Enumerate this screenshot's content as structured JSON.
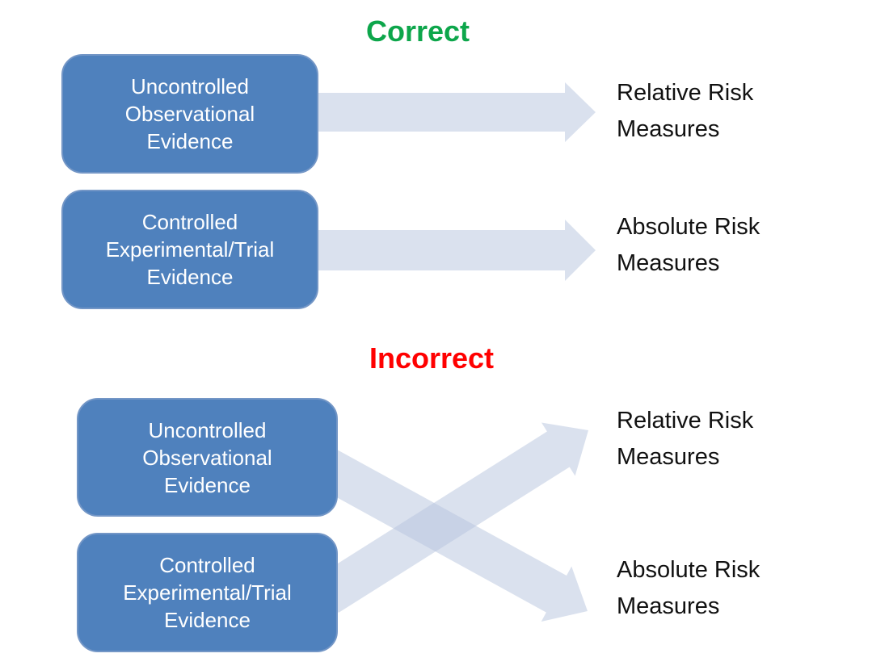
{
  "diagram": {
    "colors": {
      "background": "#ffffff",
      "box_fill": "#4f81bd",
      "box_border": "#7396c6",
      "box_text": "#ffffff",
      "arrow_fill": "#b6c3de",
      "correct_title": "#0da64b",
      "incorrect_title": "#ff0000",
      "label_text": "#111111"
    },
    "sections": [
      {
        "id": "correct",
        "title": "Correct",
        "sources": [
          "Uncontrolled\nObservational\nEvidence",
          "Controlled\nExperimental/Trial\nEvidence"
        ],
        "targets": [
          "Relative Risk\nMeasures",
          "Absolute Risk\nMeasures"
        ],
        "connections": [
          {
            "from": 0,
            "to": 0
          },
          {
            "from": 1,
            "to": 1
          }
        ]
      },
      {
        "id": "incorrect",
        "title": "Incorrect",
        "sources": [
          "Uncontrolled\nObservational\nEvidence",
          "Controlled\nExperimental/Trial\nEvidence"
        ],
        "targets": [
          "Relative Risk\nMeasures",
          "Absolute Risk\nMeasures"
        ],
        "connections": [
          {
            "from": 0,
            "to": 1
          },
          {
            "from": 1,
            "to": 0
          }
        ]
      }
    ]
  }
}
